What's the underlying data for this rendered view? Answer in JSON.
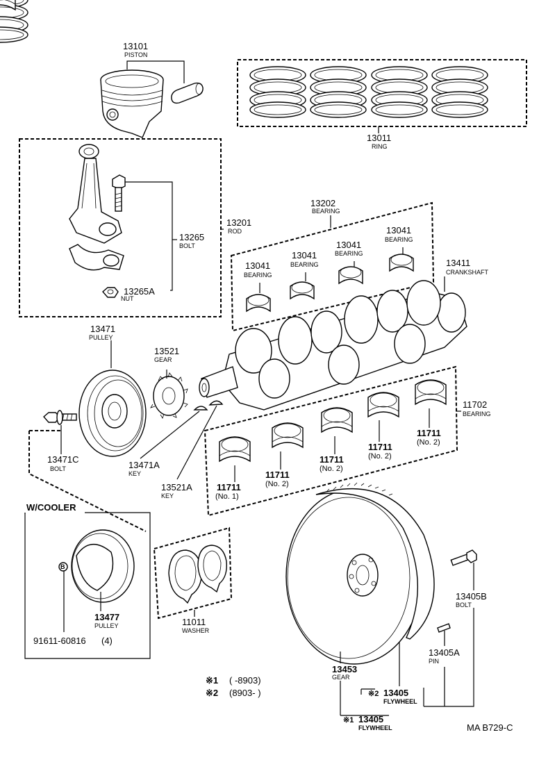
{
  "parts": {
    "piston": {
      "number": "13101",
      "name": "PISTON"
    },
    "ring": {
      "number": "13011",
      "name": "RING"
    },
    "rod": {
      "number": "13201",
      "name": "ROD"
    },
    "rod_bolt": {
      "number": "13265",
      "name": "BOLT"
    },
    "rod_nut": {
      "number": "13265A",
      "name": "NUT"
    },
    "rod_bearing_set": {
      "number": "13202",
      "name": "BEARING"
    },
    "bearing_a": {
      "number": "13041",
      "name": "BEARING"
    },
    "bearing_b": {
      "number": "13041",
      "name": "BEARING"
    },
    "bearing_c": {
      "number": "13041",
      "name": "BEARING"
    },
    "bearing_d": {
      "number": "13041",
      "name": "BEARING"
    },
    "crankshaft": {
      "number": "13411",
      "name": "CRANKSHAFT"
    },
    "pulley": {
      "number": "13471",
      "name": "PULLEY"
    },
    "gear": {
      "number": "13521",
      "name": "GEAR"
    },
    "main_bearing_set": {
      "number": "11702",
      "name": "BEARING"
    },
    "pulley_bolt": {
      "number": "13471C",
      "name": "BOLT"
    },
    "pulley_key": {
      "number": "13471A",
      "name": "KEY"
    },
    "gear_key": {
      "number": "13521A",
      "name": "KEY"
    },
    "main_1": {
      "number": "11711",
      "name": "(No. 1)"
    },
    "main_2a": {
      "number": "11711",
      "name": "(No. 2)"
    },
    "main_2b": {
      "number": "11711",
      "name": "(No. 2)"
    },
    "main_2c": {
      "number": "11711",
      "name": "(No. 2)"
    },
    "main_2d": {
      "number": "11711",
      "name": "(No. 2)"
    },
    "cooler_pulley": {
      "number": "13477",
      "name": "PULLEY"
    },
    "cooler_bolt": {
      "number": "91611-60816",
      "qty": "(4)",
      "mark": "B"
    },
    "washer": {
      "number": "11011",
      "name": "WASHER"
    },
    "flywheel_bolt": {
      "number": "13405B",
      "name": "BOLT"
    },
    "flywheel_pin": {
      "number": "13405A",
      "name": "PIN"
    },
    "flywheel_gear": {
      "number": "13453",
      "name": "GEAR"
    },
    "flywheel_2": {
      "mark": "※2",
      "number": "13405",
      "name": "FLYWHEEL"
    },
    "flywheel_1": {
      "mark": "※1",
      "number": "13405",
      "name": "FLYWHEEL"
    }
  },
  "cooler_title": "W/COOLER",
  "notes": [
    {
      "mark": "※1",
      "text": "(       -8903)"
    },
    {
      "mark": "※2",
      "text": "(8903-        )"
    }
  ],
  "diagram_code": "MA  B729-C"
}
